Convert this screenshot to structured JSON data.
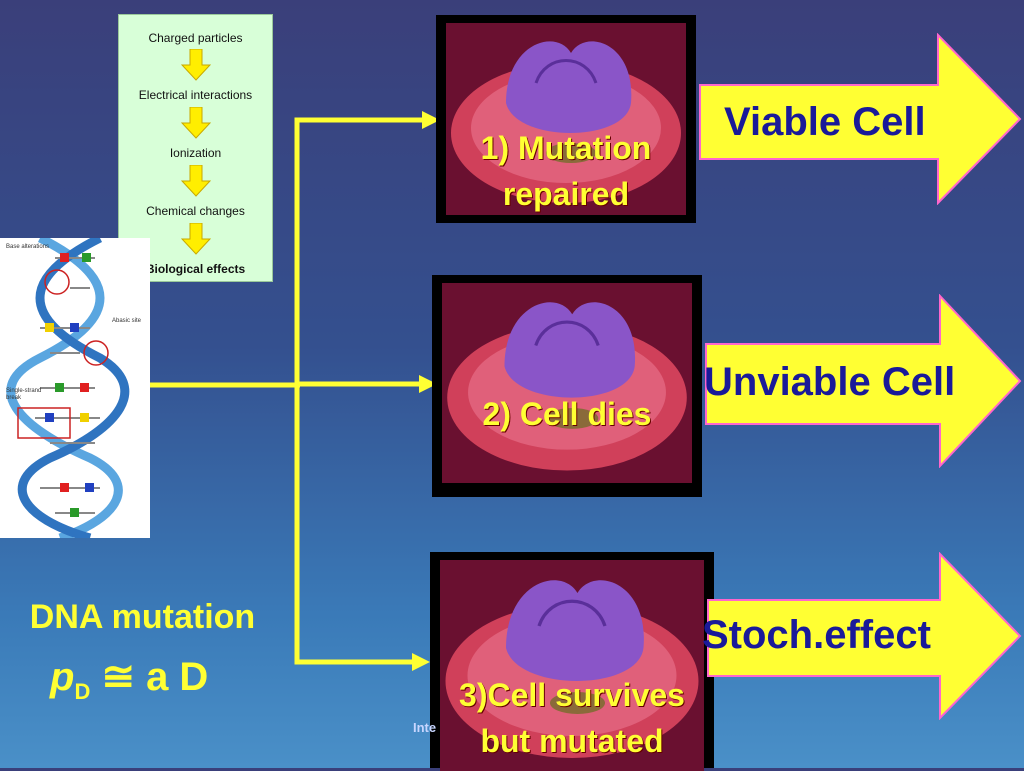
{
  "flow": {
    "steps": [
      "Charged particles",
      "Electrical interactions",
      "Ionization",
      "Chemical changes",
      "Biological effects"
    ]
  },
  "dna": {
    "labels": [
      "Base alterations",
      "Abasic site",
      "Single-strand",
      "break"
    ]
  },
  "left": {
    "title": "DNA mutation",
    "formula_p": "p",
    "formula_sub": "D",
    "formula_rest": " ≅ a D"
  },
  "cells": [
    {
      "caption_line1": "1) Mutation",
      "caption_line2": "repaired"
    },
    {
      "caption_line1": "2) Cell dies",
      "caption_line2": ""
    },
    {
      "caption_line1": "3)Cell survives",
      "caption_line2": "but mutated"
    }
  ],
  "outcomes": [
    "Viable Cell",
    "Unviable Cell",
    "Stoch.effect"
  ],
  "watermark": "Inte",
  "colors": {
    "connector": "#ffff33",
    "arrow_fill": "#ffff33",
    "arrow_stroke": "#ff66cc",
    "outcome_text": "#1a1a99",
    "caption_text": "#ffff33"
  }
}
